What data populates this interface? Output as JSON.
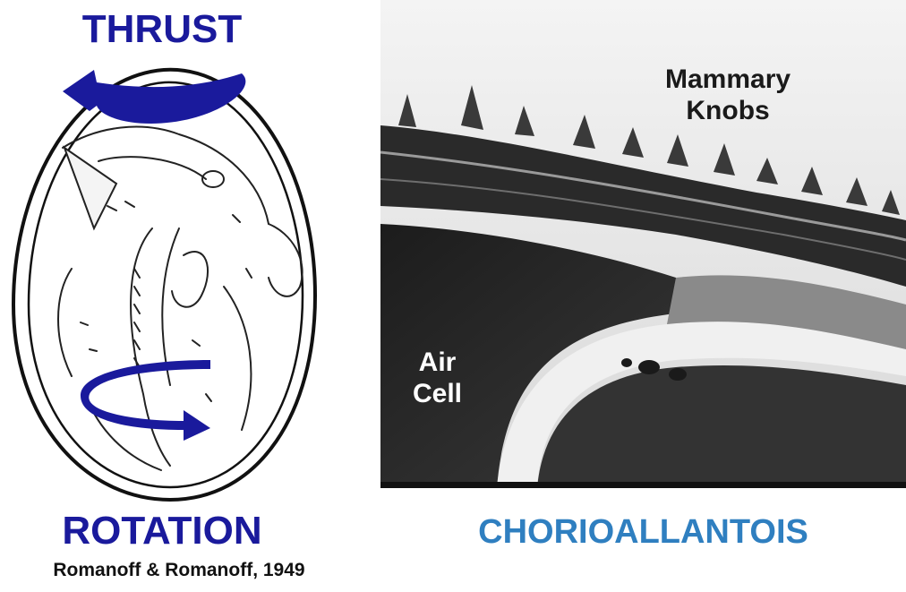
{
  "left": {
    "top_label": "THRUST",
    "bottom_label": "ROTATION",
    "credit": "Romanoff & Romanoff, 1949",
    "arrow_color": "#1a1a9c"
  },
  "right": {
    "title": "CHORIOALLANTOIS",
    "mammary_line1": "Mammary",
    "mammary_line2": "Knobs",
    "aircell_line1": "Air",
    "aircell_line2": "Cell",
    "title_color": "#2f7fc0"
  }
}
